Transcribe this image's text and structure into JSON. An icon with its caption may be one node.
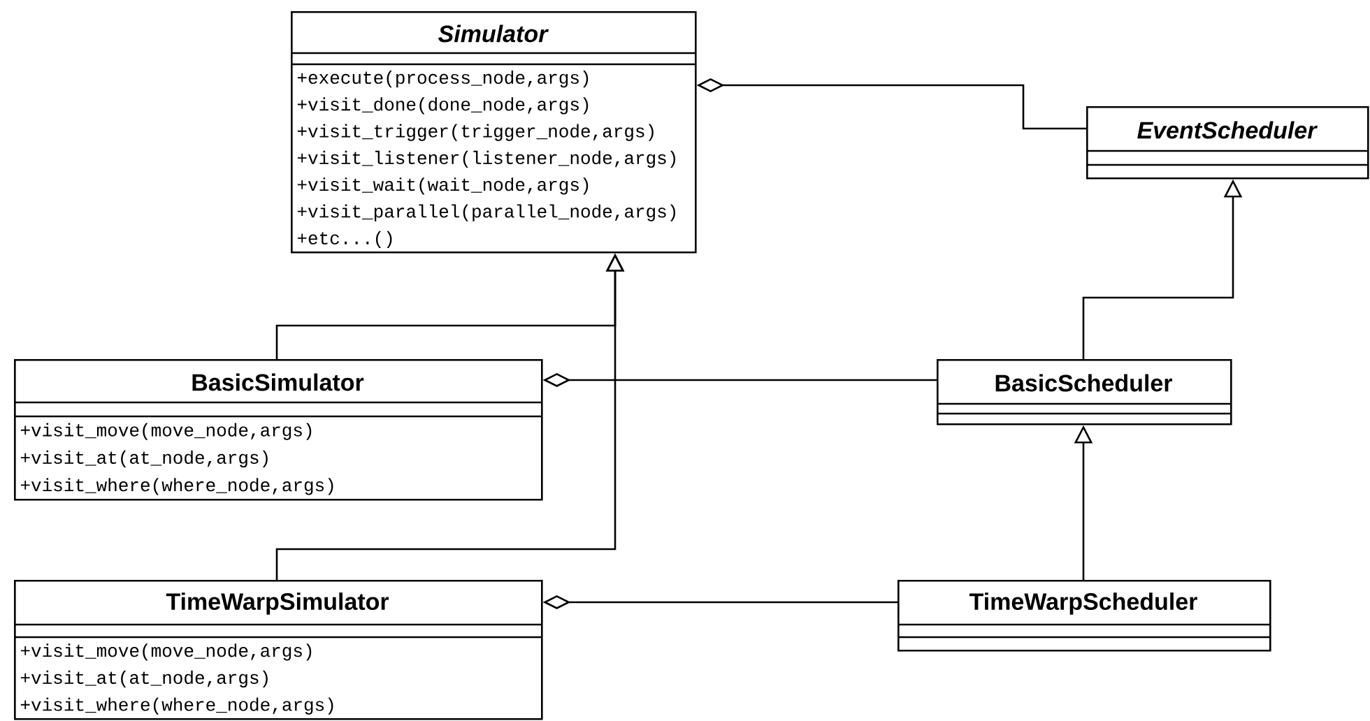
{
  "diagram": {
    "nodes": [
      {
        "text": [
          "Simulator",
          "+execute(process_node,args)",
          "+visit_done(done_node,args)",
          "+visit_trigger(trigger_node,args)",
          "+visit_listener(listener_node,args)",
          "+visit_wait(wait_node,args)",
          "+visit_parallel(parallel_node,args)",
          "+etc...()"
        ]
      },
      {
        "text": [
          "EventScheduler"
        ]
      },
      {
        "text": [
          "BasicSimulator",
          "+visit_move(move_node,args)",
          "+visit_at(at_node,args)",
          "+visit_where(where_node,args)"
        ]
      },
      {
        "text": [
          "BasicScheduler"
        ]
      },
      {
        "text": [
          "TimeWarpSimulator",
          "+visit_move(move_node,args)",
          "+visit_at(at_node,args)",
          "+visit_where(where_node,args)"
        ]
      },
      {
        "text": [
          "TimeWarpScheduler"
        ]
      }
    ],
    "edges": [
      {
        "from": 0,
        "to": 1,
        "arrow": "other"
      },
      {
        "from": 2,
        "to": 0,
        "arrow": "to"
      },
      {
        "from": 4,
        "to": 0,
        "arrow": "to"
      },
      {
        "from": 3,
        "to": 1,
        "arrow": "to"
      },
      {
        "from": 5,
        "to": 3,
        "arrow": "to"
      },
      {
        "from": 2,
        "to": 3,
        "arrow": "other"
      },
      {
        "from": 4,
        "to": 5,
        "arrow": "other"
      }
    ]
  }
}
